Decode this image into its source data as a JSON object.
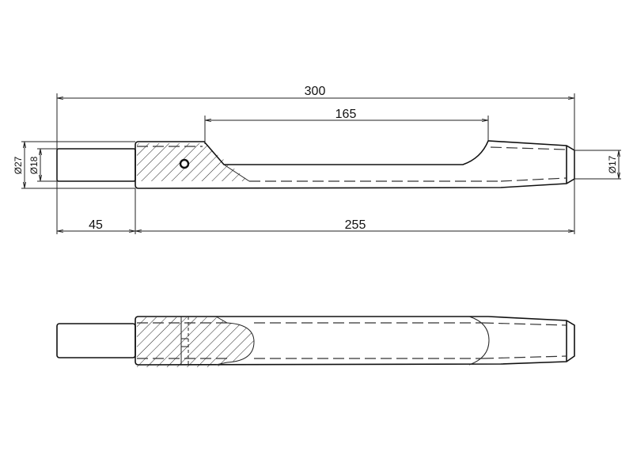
{
  "drawing": {
    "top_view": {
      "dim_total_length": "300",
      "dim_slot_length": "165",
      "dim_shank_length": "45",
      "dim_body_length": "255",
      "dim_body_diameter": "Ø27",
      "dim_shank_diameter": "Ø18",
      "dim_tip_diameter": "Ø17"
    },
    "colors": {
      "line": "#111111",
      "background": "#ffffff"
    }
  }
}
